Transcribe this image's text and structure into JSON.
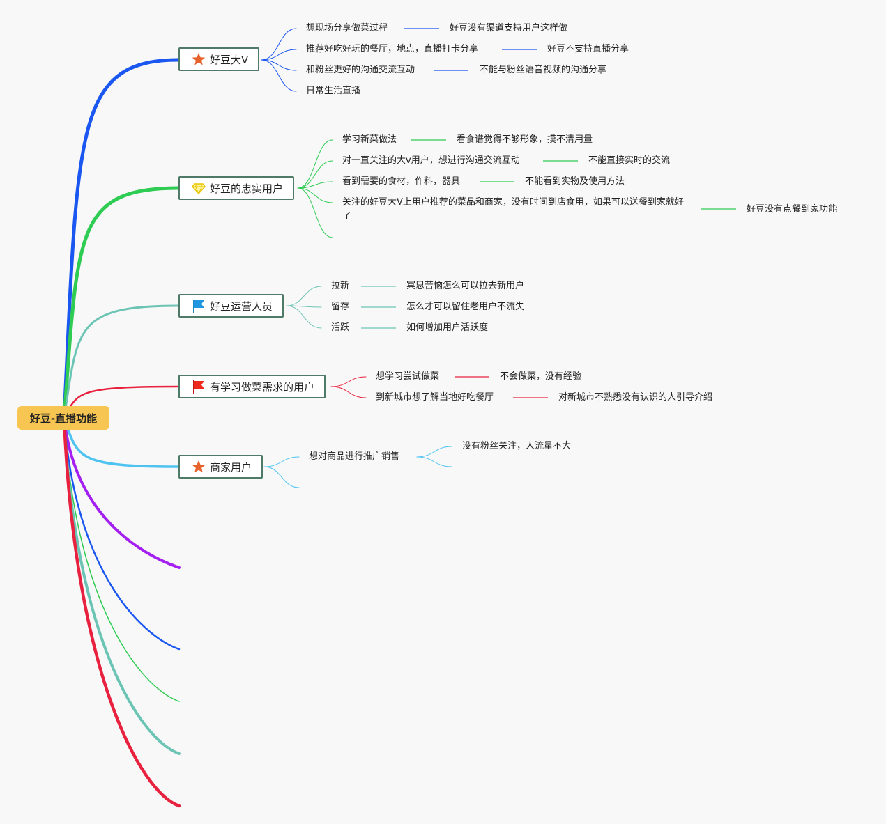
{
  "root": {
    "label": "好豆-直播功能"
  },
  "branches": [
    {
      "label": "好豆大V",
      "icon": "star-icon",
      "color": "#1a56f0",
      "items": [
        {
          "text": "想现场分享做菜过程",
          "detail": "好豆没有渠道支持用户这样做"
        },
        {
          "text": "推荐好吃好玩的餐厅，地点，直播打卡分享",
          "detail": "好豆不支持直播分享"
        },
        {
          "text": "和粉丝更好的沟通交流互动",
          "detail": "不能与粉丝语音视频的沟通分享"
        },
        {
          "text": "日常生活直播",
          "detail": ""
        }
      ]
    },
    {
      "label": "好豆的忠实用户",
      "icon": "diamond-icon",
      "color": "#2ecc52",
      "items": [
        {
          "text": "学习新菜做法",
          "detail": "看食谱觉得不够形象，摸不清用量"
        },
        {
          "text": "对一直关注的大v用户，想进行沟通交流互动",
          "detail": "不能直接实时的交流"
        },
        {
          "text": "看到需要的食材，作料，器具",
          "detail": "不能看到实物及使用方法"
        },
        {
          "text": "关注的好豆大V上用户推荐的菜品和商家，没有时间到店食用，如果可以送餐到家就好了",
          "detail": "好豆没有点餐到家功能"
        }
      ]
    },
    {
      "label": "好豆运营人员",
      "icon": "blue-flag-icon",
      "color": "#6cc4b4",
      "items": [
        {
          "text": "拉新",
          "detail": "冥思苦恼怎么可以拉去新用户"
        },
        {
          "text": "留存",
          "detail": "怎么才可以留住老用户不流失"
        },
        {
          "text": "活跃",
          "detail": "如何增加用户活跃度"
        }
      ]
    },
    {
      "label": "有学习做菜需求的用户",
      "icon": "red-flag-icon",
      "color": "#e8213f",
      "items": [
        {
          "text": "想学习尝试做菜",
          "detail": "不会做菜，没有经验"
        },
        {
          "text": "到新城市想了解当地好吃餐厅",
          "detail": "对新城市不熟悉没有认识的人引导介绍"
        }
      ]
    },
    {
      "label": "商家用户",
      "icon": "star-icon",
      "color": "#4fc3f0",
      "items": [
        {
          "text": "想对商品进行推广销售",
          "detail": "没有粉丝关注，人流量不大"
        }
      ]
    }
  ],
  "empty_branches": [
    {
      "color": "#a320f0"
    },
    {
      "color": "#1a56f0"
    },
    {
      "color": "#2ecc52"
    },
    {
      "color": "#6cc4b4"
    },
    {
      "color": "#e8213f"
    }
  ]
}
